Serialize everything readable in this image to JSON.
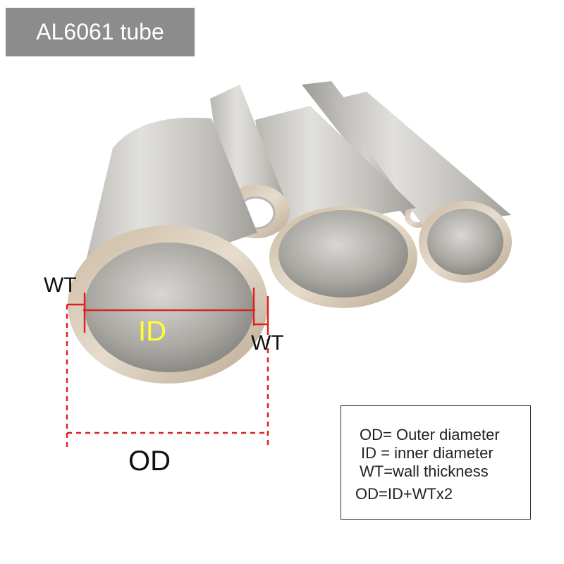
{
  "title": "AL6061 tube",
  "labels": {
    "wt_left": "WT",
    "wt_right": "WT",
    "id": "ID",
    "od": "OD"
  },
  "legend": {
    "lines": [
      "OD= Outer diameter",
      "ID = inner diameter",
      "WT=wall thickness",
      "OD=ID+WTx2"
    ]
  },
  "colors": {
    "dimension_line": "#e02020",
    "id_label": "#ffff33",
    "title_badge": "#8c8c8c"
  }
}
